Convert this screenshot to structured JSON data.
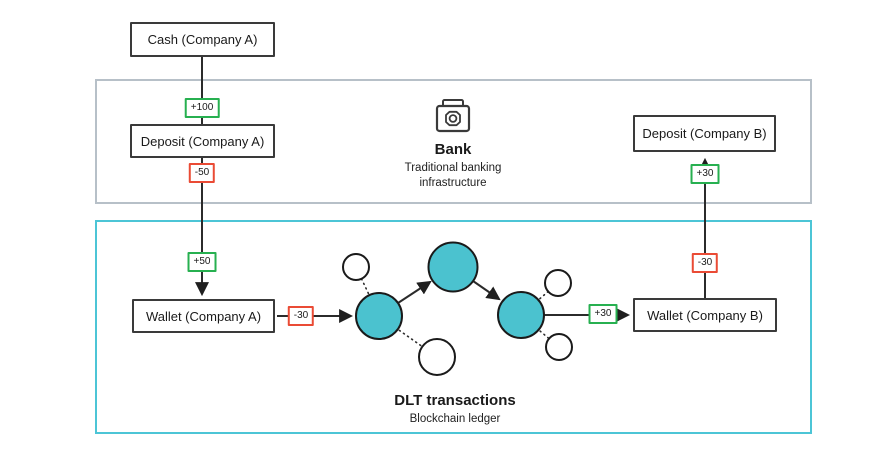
{
  "nodes": {
    "cash_a": "Cash (Company A)",
    "deposit_a": "Deposit (Company A)",
    "deposit_b": "Deposit (Company B)",
    "wallet_a": "Wallet (Company A)",
    "wallet_b": "Wallet (Company B)"
  },
  "sections": {
    "bank": {
      "title": "Bank",
      "subtitle_line1": "Traditional banking",
      "subtitle_line2": "infrastructure",
      "icon": "cash-icon"
    },
    "dlt": {
      "title": "DLT transactions",
      "subtitle": "Blockchain ledger"
    }
  },
  "badges": {
    "cash_to_deposit_a": "+100",
    "deposit_a_debit": "-50",
    "wallet_a_credit": "+50",
    "wallet_a_debit": "-30",
    "wallet_b_credit": "+30",
    "wallet_b_debit": "-30",
    "deposit_b_credit": "+30"
  },
  "colors": {
    "credit_border": "#27b050",
    "debit_border": "#ea4b35",
    "dlt_node_fill": "#4bc2cf",
    "bank_region_border": "#b7c0c8",
    "dlt_region_border": "#4cc5d6",
    "wire": "#2b2b2b"
  }
}
